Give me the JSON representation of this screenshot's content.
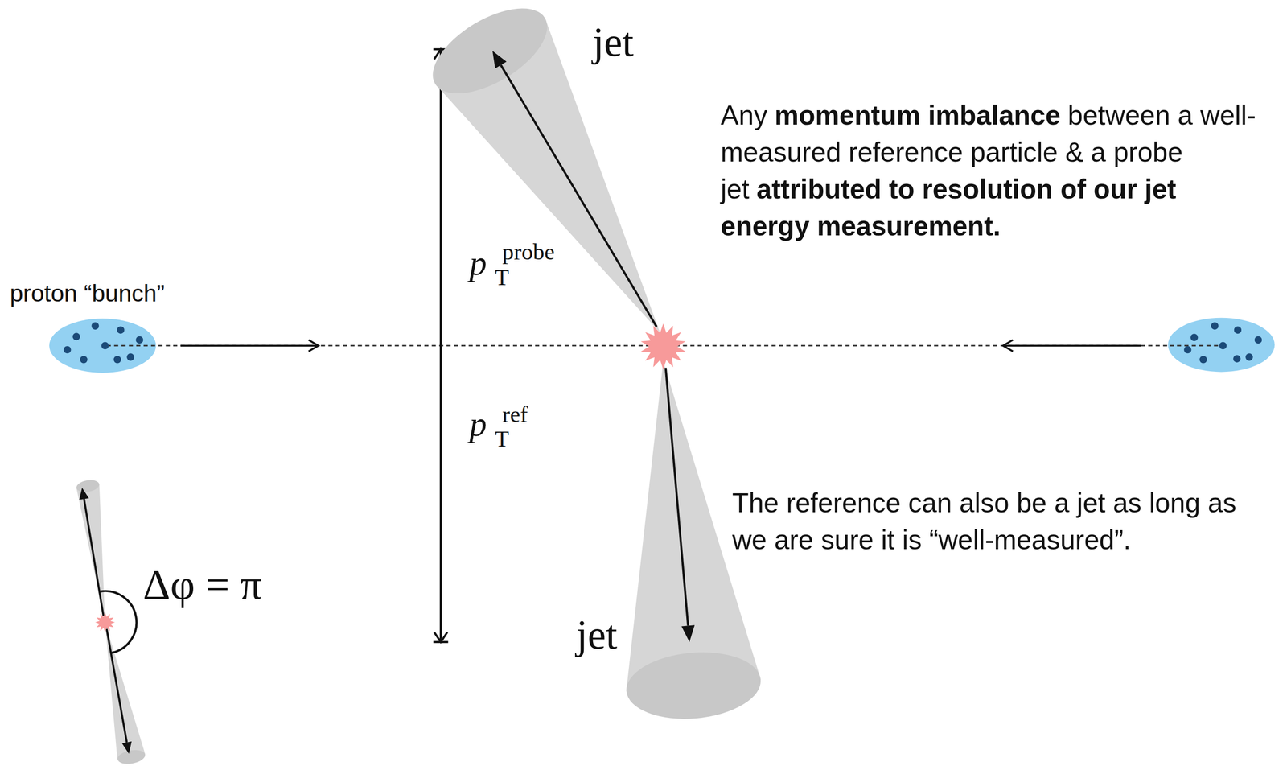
{
  "diagram": {
    "labels": [
      "jet",
      "proton “bunch”",
      "p",
      "T",
      "probe",
      "p",
      "T",
      "ref",
      "Any",
      "momentum imbalance",
      "between a well-measured reference particle & a probe jet",
      "attributed to resolution of our jet energy measurement.",
      "The reference can also be a jet as long as we are sure it is “well-measured”.",
      "jet",
      "Δφ = π"
    ]
  }
}
